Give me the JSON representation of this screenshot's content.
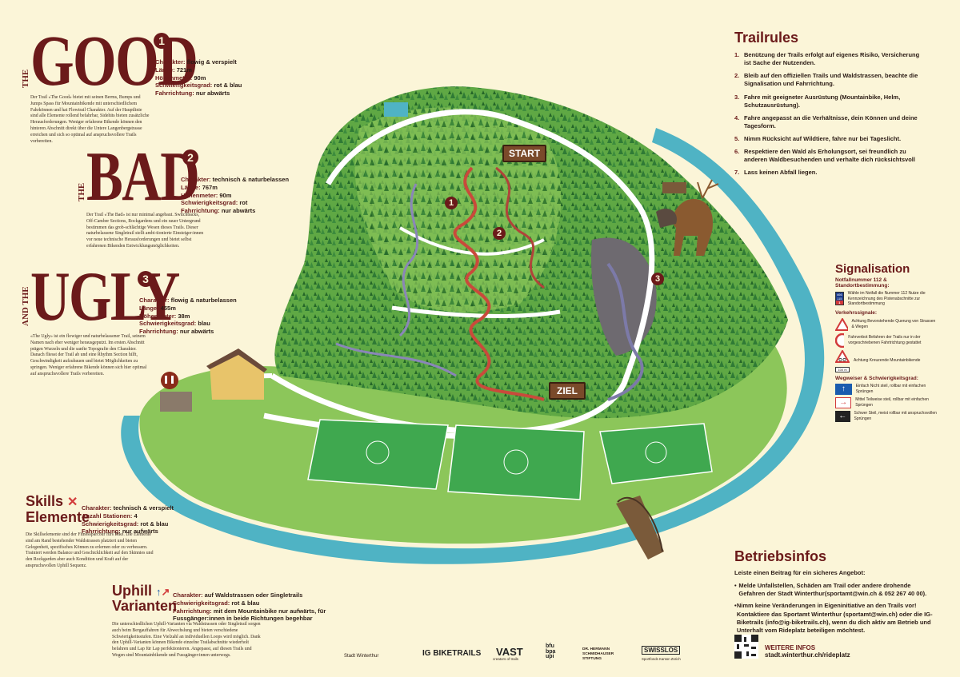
{
  "good": {
    "prefix": "THE",
    "title": "GOOD",
    "number": "1",
    "facts": [
      {
        "k": "Charakter:",
        "v": "flowig & verspielt"
      },
      {
        "k": "Länge:",
        "v": "721m"
      },
      {
        "k": "Höhenmeter:",
        "v": "90m"
      },
      {
        "k": "Schwierigkeitsgrad:",
        "v": "rot & blau"
      },
      {
        "k": "Fahrrichtung:",
        "v": "nur abwärts"
      }
    ],
    "desc": "Der Trail «The Good» bietet mit seinen Berms, Bumps und Jumps Spass für Mountainbikende mit unterschiedlichem Fahrkönnen und hat Flowtrail Charakter. Auf der Hauptlinie sind alle Elemente rollend befahrbar, Sidehits bieten zusätzliche Herausforderungen. Weniger erfahrene Bikende können den hinteren Abschnitt direkt über die Untere Langenbergstrasse erreichen und sich so optimal auf anspruchsvollere Trails vorbereiten."
  },
  "bad": {
    "prefix": "THE",
    "title": "BAD",
    "number": "2",
    "facts": [
      {
        "k": "Charakter:",
        "v": "technisch & naturbelassen"
      },
      {
        "k": "Länge:",
        "v": "767m"
      },
      {
        "k": "Höhenmeter:",
        "v": "90m"
      },
      {
        "k": "Schwierigkeitsgrad:",
        "v": "rot"
      },
      {
        "k": "Fahrrichtung:",
        "v": "nur abwärts"
      }
    ],
    "desc": "Der Trail «The Bad» ist nur minimal angebaut. Switchbacks, Off-Camber Sections, Rockgardens und ein rauer Untergrund bestimmen das grob-schlächtige Wesen dieses Trails. Dieser naturbelassene Singletrail stellt ambi-tionierte Einsteiger:innen vor neue technische Herausforderungen und bietet selbst erfahrenen Bikenden Entwicklungsmöglichkeiten."
  },
  "ugly": {
    "prefix": "AND THE",
    "title": "UGLY",
    "number": "3",
    "facts": [
      {
        "k": "Charakter:",
        "v": "flowig & naturbelassen"
      },
      {
        "k": "Länge:",
        "v": "455m"
      },
      {
        "k": "Höhenmeter:",
        "v": "38m"
      },
      {
        "k": "Schwierigkeitsgrad:",
        "v": "blau"
      },
      {
        "k": "Fahrrichtung:",
        "v": "nur abwärts"
      }
    ],
    "desc": "«The Ugly» ist ein flowiger und naturbelassener Trail, seinem Namen nach eher weniger herausgeputzt. Im ersten Abschnitt prägen Wurzeln und die sanfte Topografie den Charakter. Danach fliesst der Trail ab und eine Rhythm Section hilft, Geschwindigkeit aufzubauen und bietet Möglichkeiten zu springen. Weniger erfahrene Bikende können sich hier optimal auf anspruchsvollere Trails vorbereiten."
  },
  "skills": {
    "title1": "Skills",
    "title2": "Elemente",
    "facts": [
      {
        "k": "Charakter:",
        "v": "technisch & verspielt"
      },
      {
        "k": "Anzahl Stationen:",
        "v": "4"
      },
      {
        "k": "Schwierigkeitsgrad:",
        "v": "rot & blau"
      },
      {
        "k": "Fahrrichtung:",
        "v": "nur aufwärts"
      }
    ],
    "desc": "Die Skillselemente sind der Fitnessparcour fürs Bike. Die Elemente sind am Rand bestehender Waldstrassen platziert und bieten Gelegenheit, spezifisches Können zu erlernen oder zu verbessern. Trainiert werden Balance und Geschicklichkeit auf den Skinnies und den Rockgarden aber auch Kondition und Kraft auf der anspruchsvollen Uphill Sequenz."
  },
  "uphill": {
    "title1": "Uphill",
    "title2": "Varianten",
    "facts": [
      {
        "k": "Charakter:",
        "v": "auf Waldstrassen oder Singletrails"
      },
      {
        "k": "Schwierigkeitsgrad:",
        "v": "rot & blau"
      },
      {
        "k": "Fahrrichtung:",
        "v": "mit dem Mountainbike nur aufwärts, für Fussgänger:innen in beide Richtungen begehbar"
      }
    ],
    "desc": "Die unterschiedlichen Uphill-Varianten via Waldstrassen oder Singletrail sorgen auch beim Bergauffahren für Abwechslung und bieten verschiedene Schwierigkeitsstufen. Eine Vielzahl an individuellen Loops wird möglich. Dank den Uphill-Varianten können Bikende einzelne Trailabschnitte wiederholt befahren und Lap für Lap perfektionieren. Angepasst, auf diesen Trails und Wegen sind Mountainbikende und Fussgänger:innen unterwegs."
  },
  "trailrules": {
    "title": "Trailrules",
    "items": [
      "Benützung der Trails erfolgt auf eigenes Risiko, Versicherung ist Sache der Nutzenden.",
      "Bleib auf den offiziellen Trails und Waldstrassen, beachte die Signalisation und Fahrrichtung.",
      "Fahre mit geeigneter Ausrüstung (Mountainbike, Helm, Schutzausrüstung).",
      "Fahre angepasst an die Verhältnisse, dein Können und deine Tagesform.",
      "Nimm Rücksicht auf Wildtiere, fahre nur bei Tageslicht.",
      "Respektiere den Wald als Erholungsort, sei freundlich zu anderen Waldbesuchenden und verhalte dich rücksichtsvoll",
      "Lass keinen Abfall liegen."
    ]
  },
  "signalisation": {
    "title": "Signalisation",
    "notfall_title": "Notfallnummer 112 & Standortbestimmung:",
    "notfall_sign1": "466 115",
    "notfall_sign2": "1",
    "notfall_text": "Wähle im Notfall die Nummer 112 Nutze die Kennzeichnung des Pistenabschnitte zur Standortbestimmung",
    "verkehr_title": "Verkehrssignale:",
    "verkehr": [
      "Achtung Bevorstehende Querung von Strassen & Wegen",
      "Fahrverbot Befahren der Trails nur in der vorgeschriebenen Fahrtrichtung gestattet",
      "Achtung Kreuzende Mountainbikende"
    ],
    "verkehr_sign_text": "100 m",
    "weg_title": "Wegweiser & Schwierigkeitsgrad:",
    "weg": [
      "Einfach Nicht steil, rollbar mit einfachen Sprüngen",
      "Mittel Teilweise steil, rollbar mit einfachen Sprüngen",
      "Schwer Steil, meist rollbar mit anspruchsvollen Sprüngen"
    ]
  },
  "betrieb": {
    "title": "Betriebsinfos",
    "intro": "Leiste einen Beitrag für ein sicheres Angebot:",
    "items": [
      "Melde Unfallstellen, Schäden am Trail oder andere drohende Gefahren der Stadt Winterthur(sportamt@win.ch & 052 267 40 00).",
      "Nimm keine Veränderungen in Eigeninitiative an den Trails vor! Kontaktiere das Sportamt Winterthur (sportamt@win.ch) oder die IG-Biketrails (info@ig-biketrails.ch), wenn du dich aktiv am Betrieb und Unterhalt vom Rideplatz beteiligen möchtest."
    ],
    "more_title": "WEITERE INFOS",
    "more_url": "stadt.winterthur.ch/rideplatz"
  },
  "map": {
    "start": "START",
    "ziel": "ZIEL",
    "markers": [
      "1",
      "2",
      "3"
    ]
  },
  "logos": [
    "Stadt Winterthur",
    "IG BIKETRAILS",
    "VAST",
    "creators of trails",
    "bfu bpa upi",
    "DR. HERMANN SCHMIDHAUSER STIFTUNG",
    "SWISSLOS",
    "Sportfonds Kanton Zürich"
  ],
  "colors": {
    "accent": "#6b1a1a",
    "bg": "#fbf5d8",
    "river": "#4fb3c4",
    "forest": "#2f7a35",
    "meadow": "#8cc65a"
  }
}
